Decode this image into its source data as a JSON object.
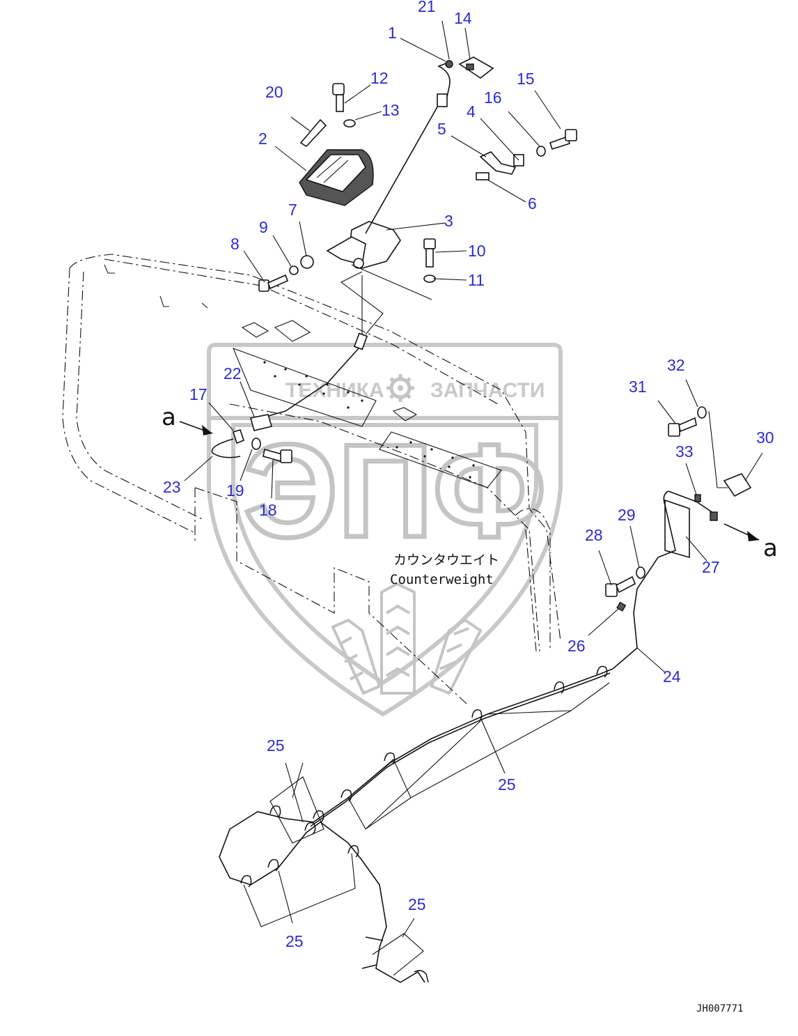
{
  "watermark": {
    "left_text": "ТЕХНИКА",
    "right_text": "ЗАПЧАСТИ",
    "big_text": "ЭПФ",
    "gear_icon": "gear-icon"
  },
  "labels": {
    "counterweight_jp": "カウンタウエイト",
    "counterweight_en": "Counterweight",
    "view_letter": "a",
    "drawing_code": "JH007771"
  },
  "callouts": {
    "c1": "1",
    "c2": "2",
    "c3": "3",
    "c4": "4",
    "c5": "5",
    "c6": "6",
    "c7": "7",
    "c8": "8",
    "c9": "9",
    "c10": "10",
    "c11": "11",
    "c12": "12",
    "c13": "13",
    "c14": "14",
    "c15": "15",
    "c16": "16",
    "c17": "17",
    "c18": "18",
    "c19": "19",
    "c20": "20",
    "c21": "21",
    "c22": "22",
    "c23": "23",
    "c24": "24",
    "c25": "25",
    "c26": "26",
    "c27": "27",
    "c28": "28",
    "c29": "29",
    "c30": "30",
    "c31": "31",
    "c32": "32",
    "c33": "33"
  },
  "colors": {
    "callout": "#2a2ad8",
    "line": "#111111",
    "watermark": "#c8c8c8"
  }
}
